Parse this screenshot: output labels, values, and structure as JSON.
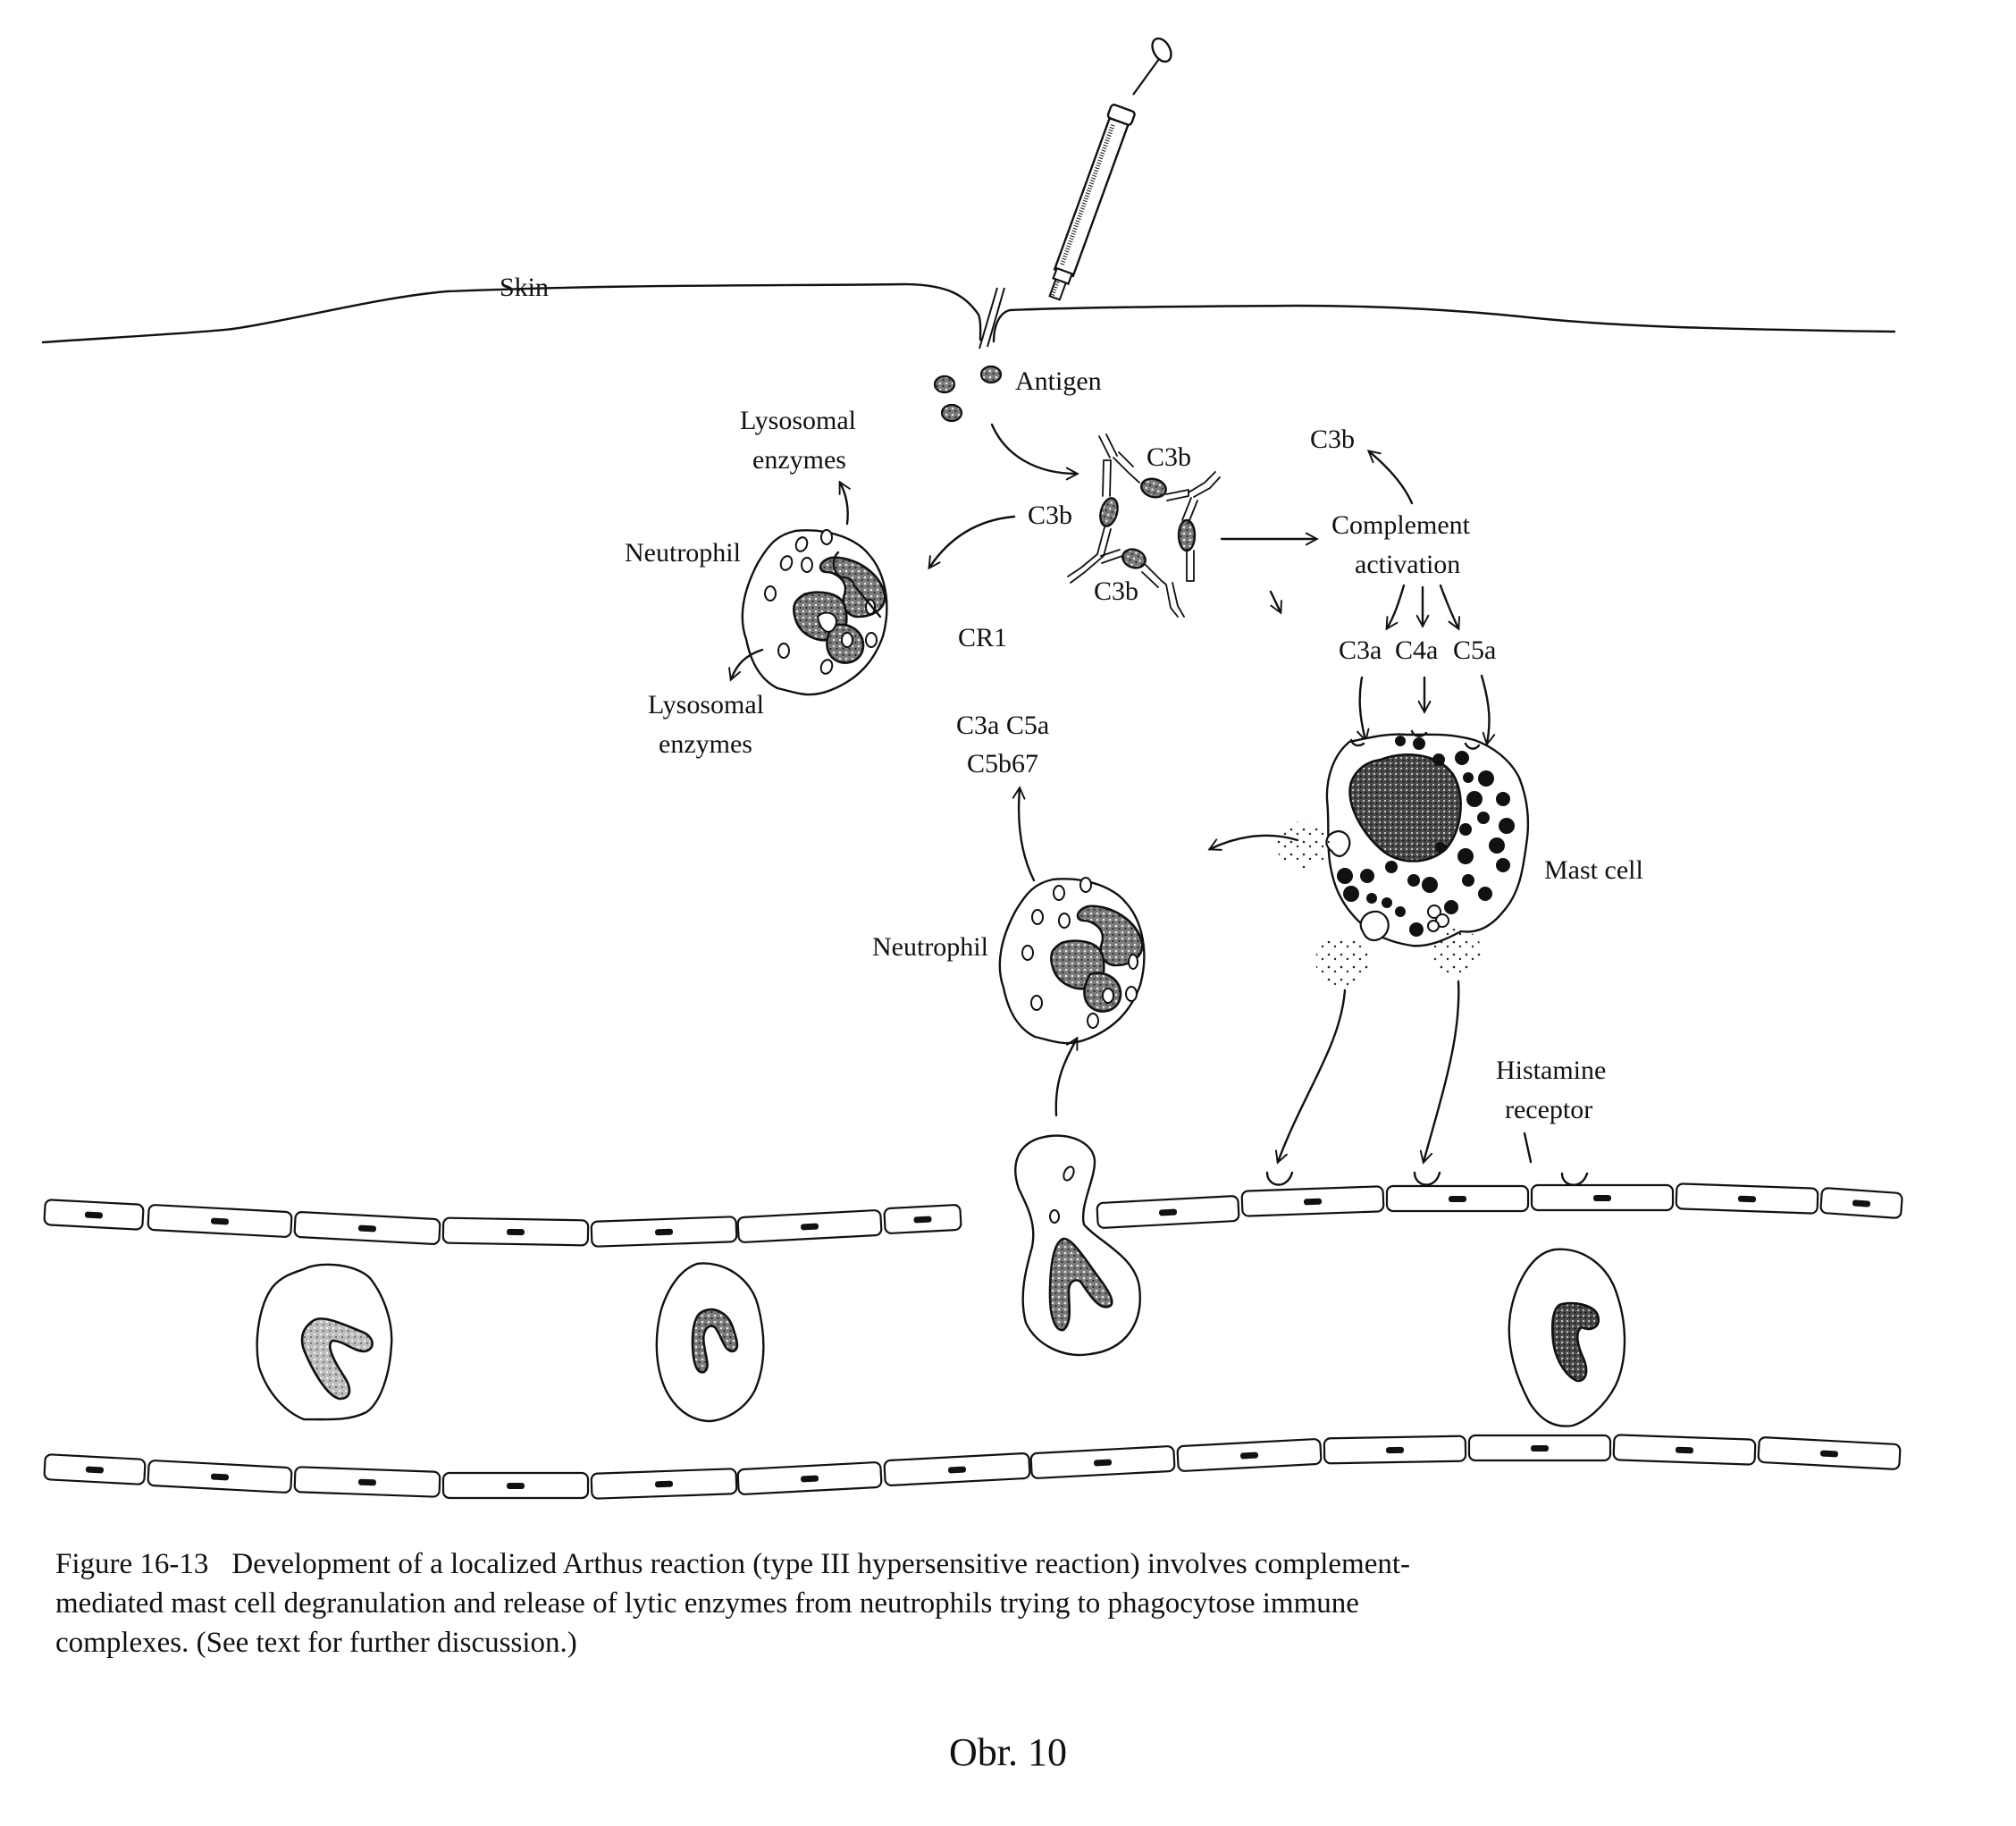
{
  "diagram": {
    "title": "Development of a localized Arthus reaction",
    "labels": {
      "skin": "Skin",
      "antigen": "Antigen",
      "c3b_complex_top": "C3b",
      "c3b_complex_left": "C3b",
      "c3b_complex_bottom": "C3b",
      "c3b_released": "C3b",
      "complement_line1": "Complement",
      "complement_line2": "activation",
      "c3a": "C3a",
      "c4a": "C4a",
      "c5a": "C5a",
      "lysosomal_top_line1": "Lysosomal",
      "lysosomal_top_line2": "enzymes",
      "lysosomal_bottom_line1": "Lysosomal",
      "lysosomal_bottom_line2": "enzymes",
      "neutrophil_top": "Neutrophil",
      "cr1": "CR1",
      "chemotactic_line1": "C3a C5a",
      "chemotactic_line2": "C5b67",
      "neutrophil_mid": "Neutrophil",
      "mast_cell": "Mast cell",
      "histamine_line1": "Histamine",
      "histamine_line2": "receptor"
    },
    "icons": [
      "syringe-icon",
      "antigen-icon",
      "immune-complex-icon",
      "neutrophil-icon",
      "mast-cell-icon",
      "endothelial-cell-icon",
      "histamine-receptor-icon"
    ]
  },
  "caption": {
    "figure_number": "Figure 16-13",
    "text": "Development of a localized Arthus reaction (type III hypersensitive reaction) involves complement-mediated mast cell degranulation and release of lytic enzymes from neutrophils trying to phagocytose immune complexes. (See text for further discussion.)"
  },
  "footer": {
    "label": "Obr. 10"
  }
}
